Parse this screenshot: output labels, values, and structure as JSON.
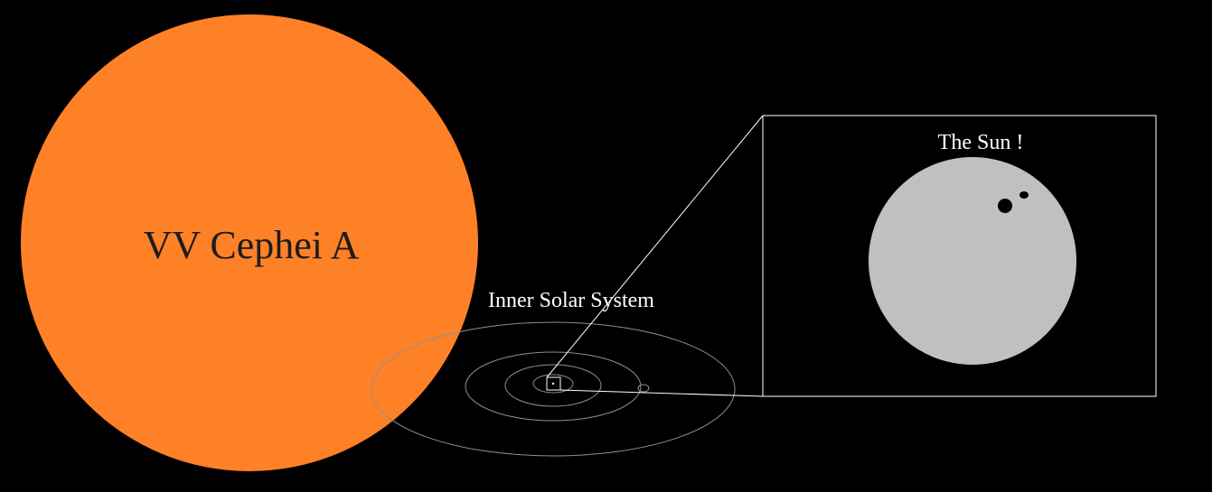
{
  "labels": {
    "star": "VV Cephei A",
    "system": "Inner Solar System",
    "sun": "The Sun !"
  },
  "colors": {
    "background": "#000000",
    "star": "#FE8128",
    "star_text": "#1c1c1c",
    "orbit": "#8f8f8f",
    "text": "#ffffff",
    "sun": "#c0c0c0",
    "sunspot": "#000000",
    "zoom_frame": "#ffffff"
  }
}
